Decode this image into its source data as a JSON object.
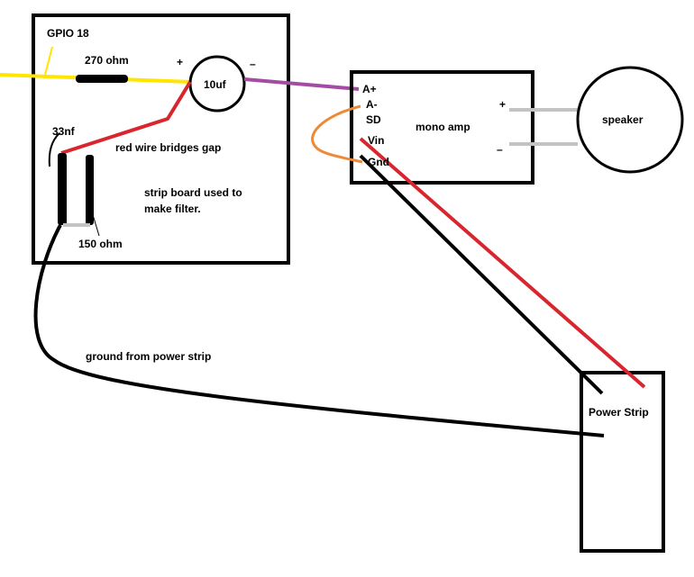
{
  "colors": {
    "background": "#ffffff",
    "outline": "#000000",
    "signal_wire": "#ffe500",
    "red_wire": "#d9262e",
    "purple_wire": "#a24ca3",
    "orange_wire": "#ee8a35",
    "grey_wire": "#c3c3c3",
    "ground_wire": "#000000"
  },
  "labels": {
    "gpio": "GPIO 18",
    "resistor_270": "270 ohm",
    "plus_cap": "+",
    "minus_cap": "–",
    "capacitor": "10uf",
    "red_wire_note": "red wire bridges gap",
    "cap_33nf": "33nf",
    "strip_note_line1": "strip board used to",
    "strip_note_line2": "make filter.",
    "resistor_150": "150 ohm",
    "amp_pin_aplus": "A+",
    "amp_pin_aminus": "A-",
    "amp_pin_sd": "SD",
    "amp_pin_vin": "Vin",
    "amp_pin_gnd": "Gnd",
    "amp_title": "mono amp",
    "amp_out_plus": "+",
    "amp_out_minus": "–",
    "speaker": "speaker",
    "ground_note": "ground from power strip",
    "power_strip": "Power Strip"
  }
}
